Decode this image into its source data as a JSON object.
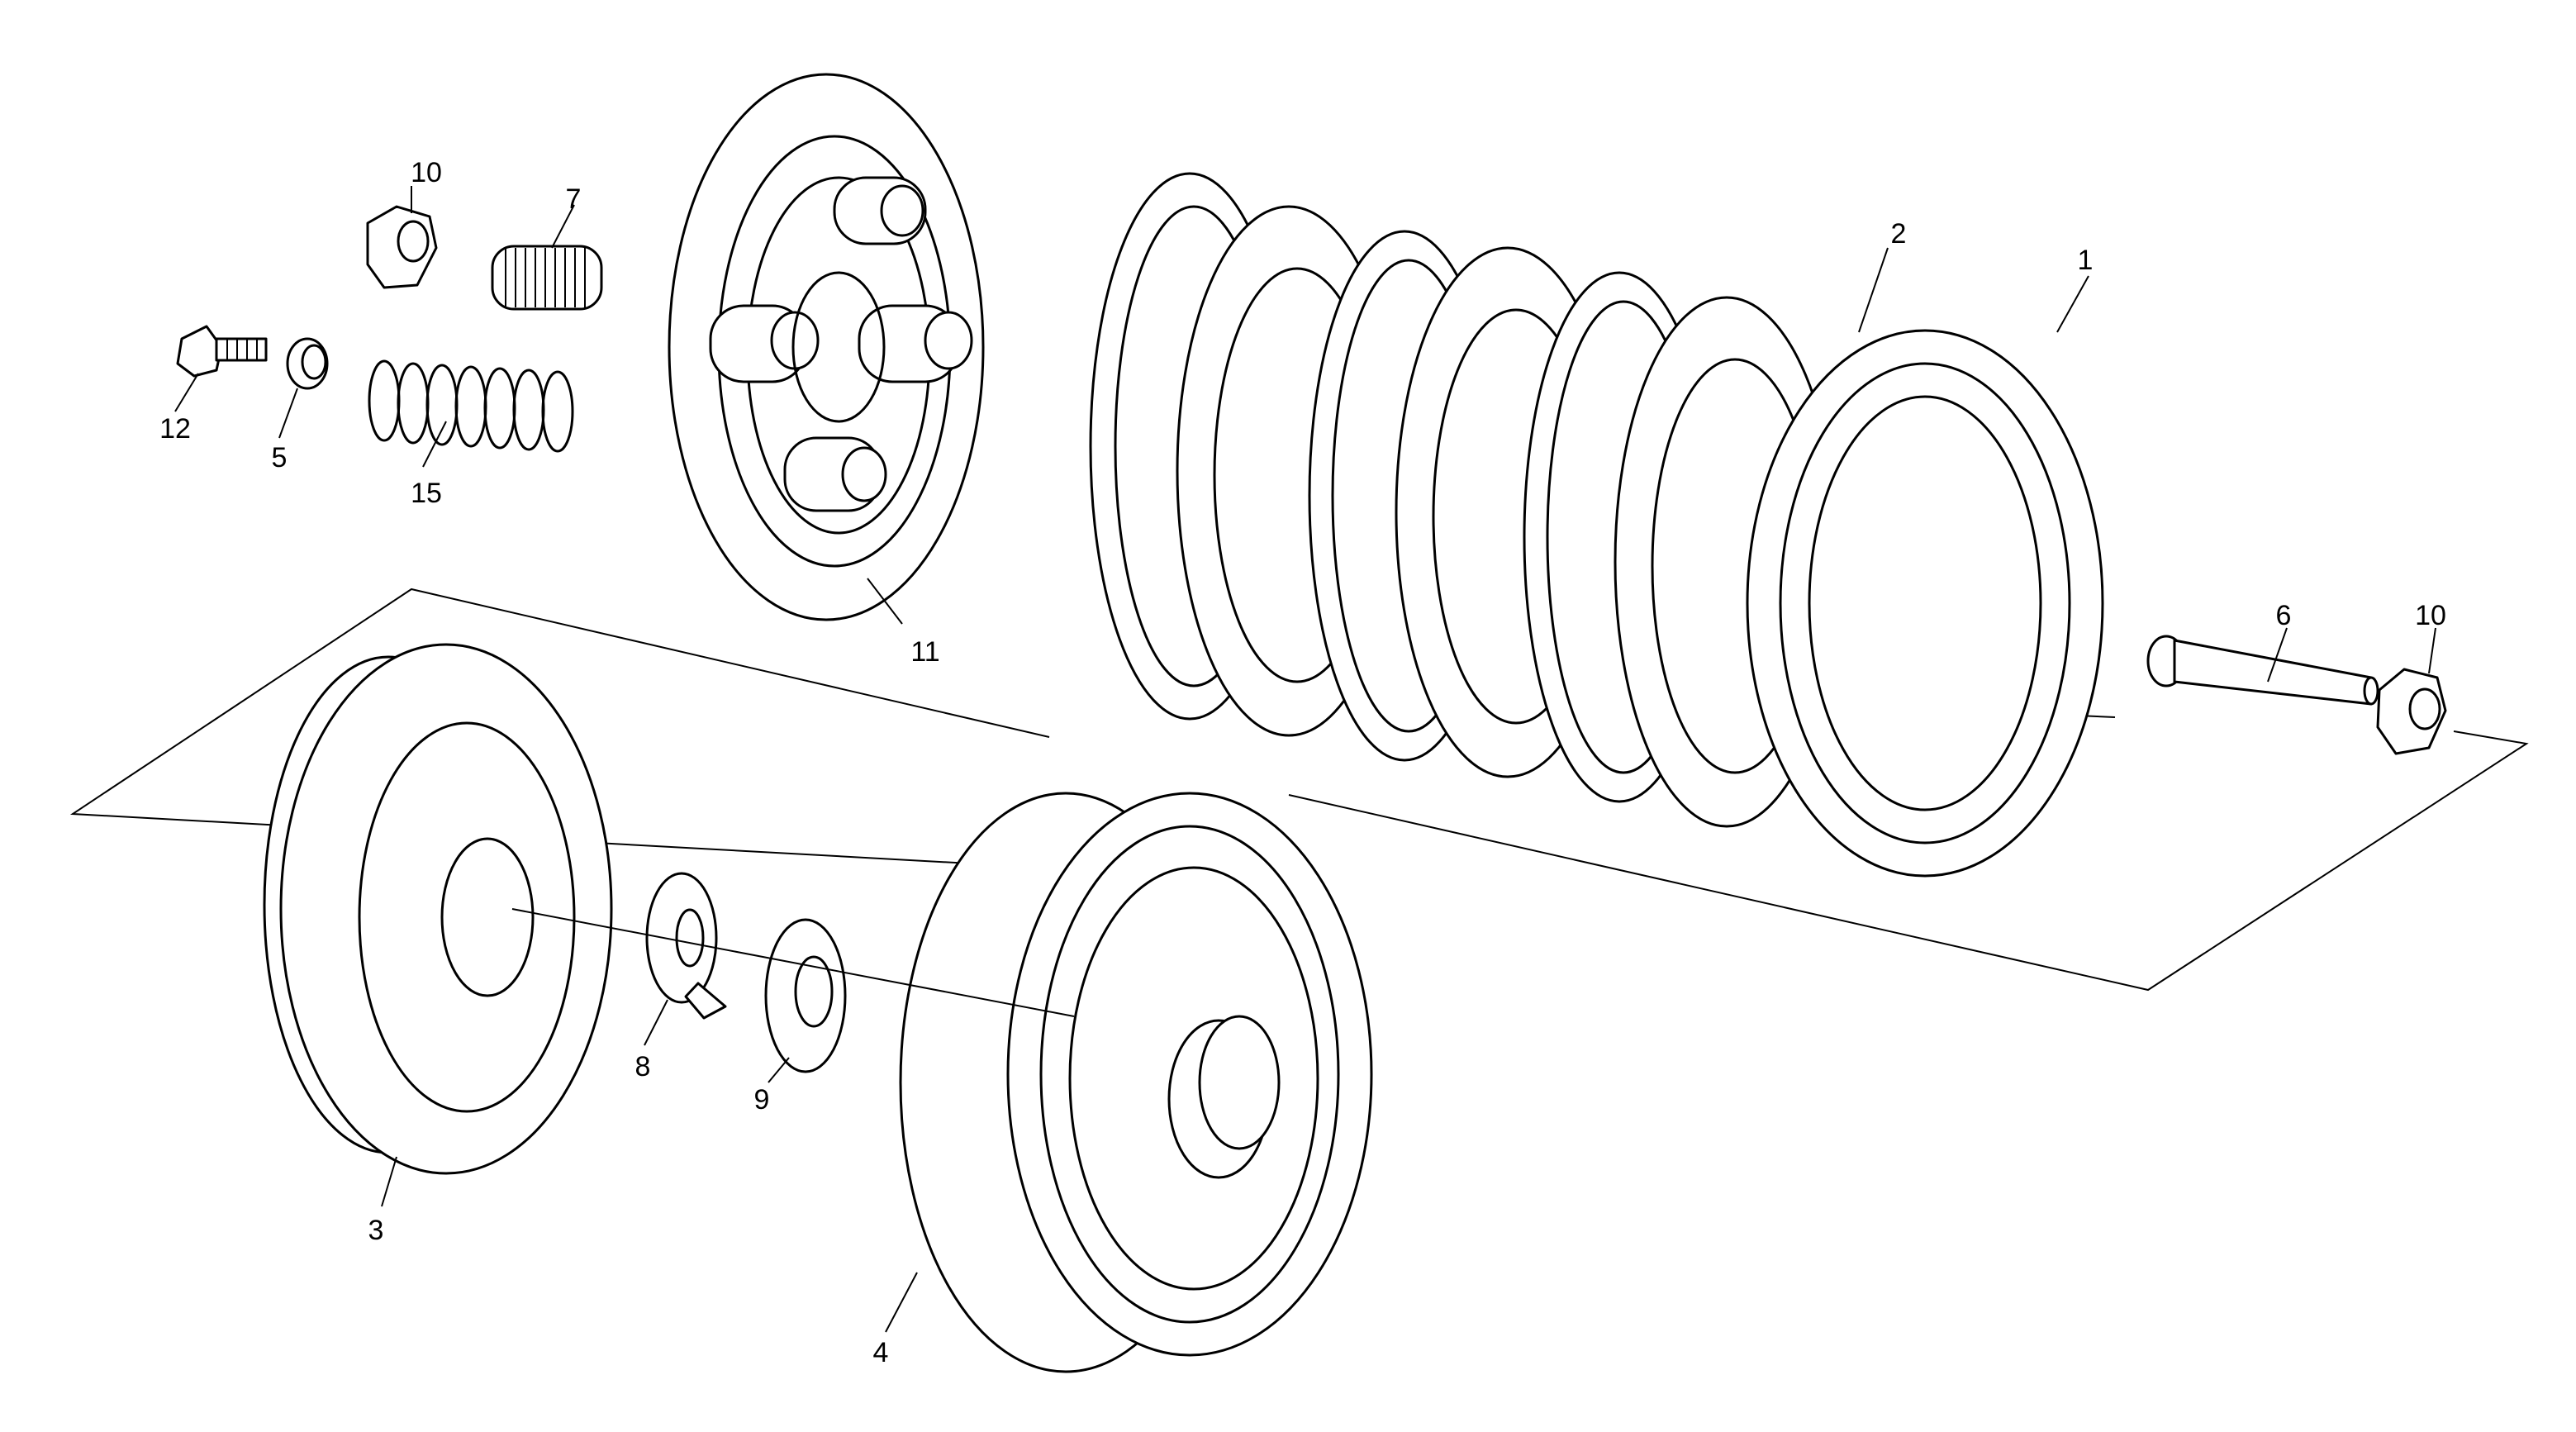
{
  "diagram": {
    "callouts": [
      "10",
      "7",
      "12",
      "5",
      "15",
      "11",
      "2",
      "1",
      "6",
      "10",
      "3",
      "8",
      "9",
      "4"
    ]
  }
}
